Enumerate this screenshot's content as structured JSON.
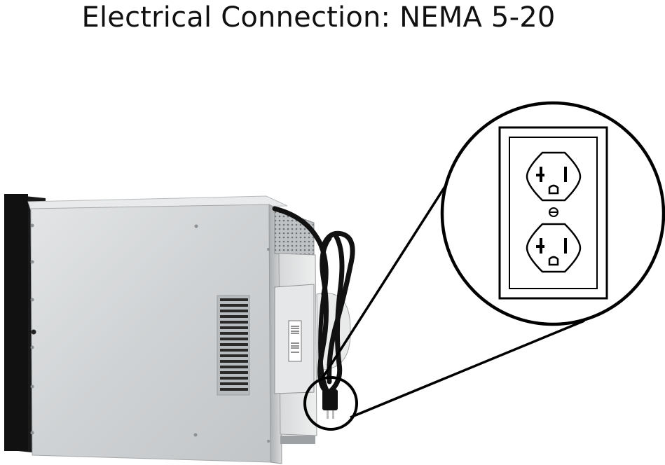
{
  "heading": {
    "title": "Electrical Connection: NEMA 5-20"
  },
  "product": {
    "label": "microwave-oven-rear-view",
    "vent": "ventilation-grille",
    "cord": "power-cord",
    "plug": "nema-5-20-plug"
  },
  "callout": {
    "label": "nema-5-20-duplex-receptacle-zoom"
  },
  "colors": {
    "outline": "#000000",
    "panel": "#cfd2d4",
    "panel_dark": "#9a9da0",
    "trim": "#1a1a1a",
    "background": "#ffffff"
  }
}
